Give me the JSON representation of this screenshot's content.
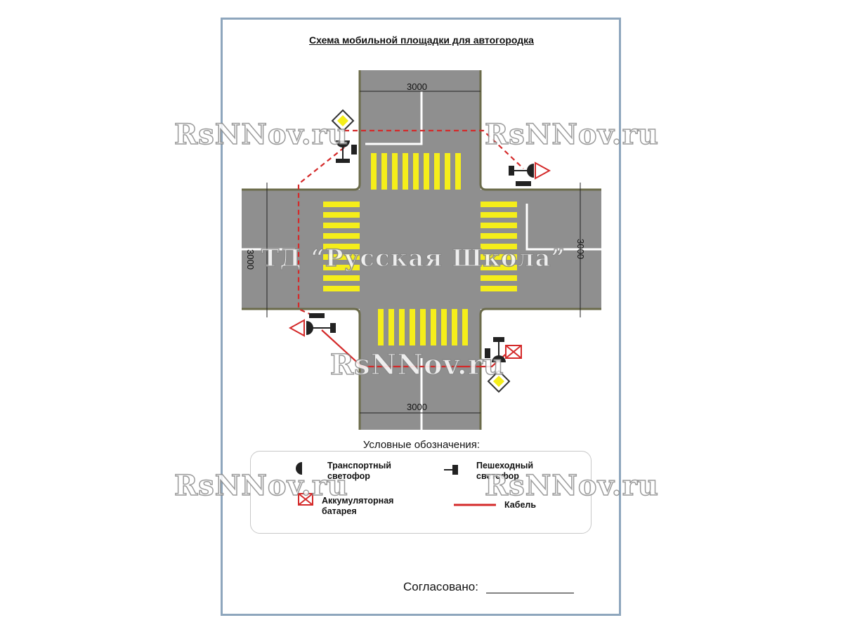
{
  "title": "Схема мобильной площадки для автогородка",
  "dimensions": {
    "top": "3000",
    "bottom": "3000",
    "left": "3000",
    "right": "3000"
  },
  "legend": {
    "heading": "Условные обозначения:",
    "vehicle_light": "Транспортный светофор",
    "pedestrian_light": "Пешеходный светофор",
    "battery": "Аккумуляторная батарея",
    "cable": "Кабель"
  },
  "approval": {
    "label": "Согласовано:"
  },
  "watermarks": {
    "site": "RsNNov.ru",
    "center": "ТД “Русская Школа”"
  },
  "colors": {
    "road": "#8f8f8f",
    "marking": "#ffffff",
    "crosswalk": "#f5ee1a",
    "cable": "#d42a2a",
    "border": "#8ea6bd"
  }
}
